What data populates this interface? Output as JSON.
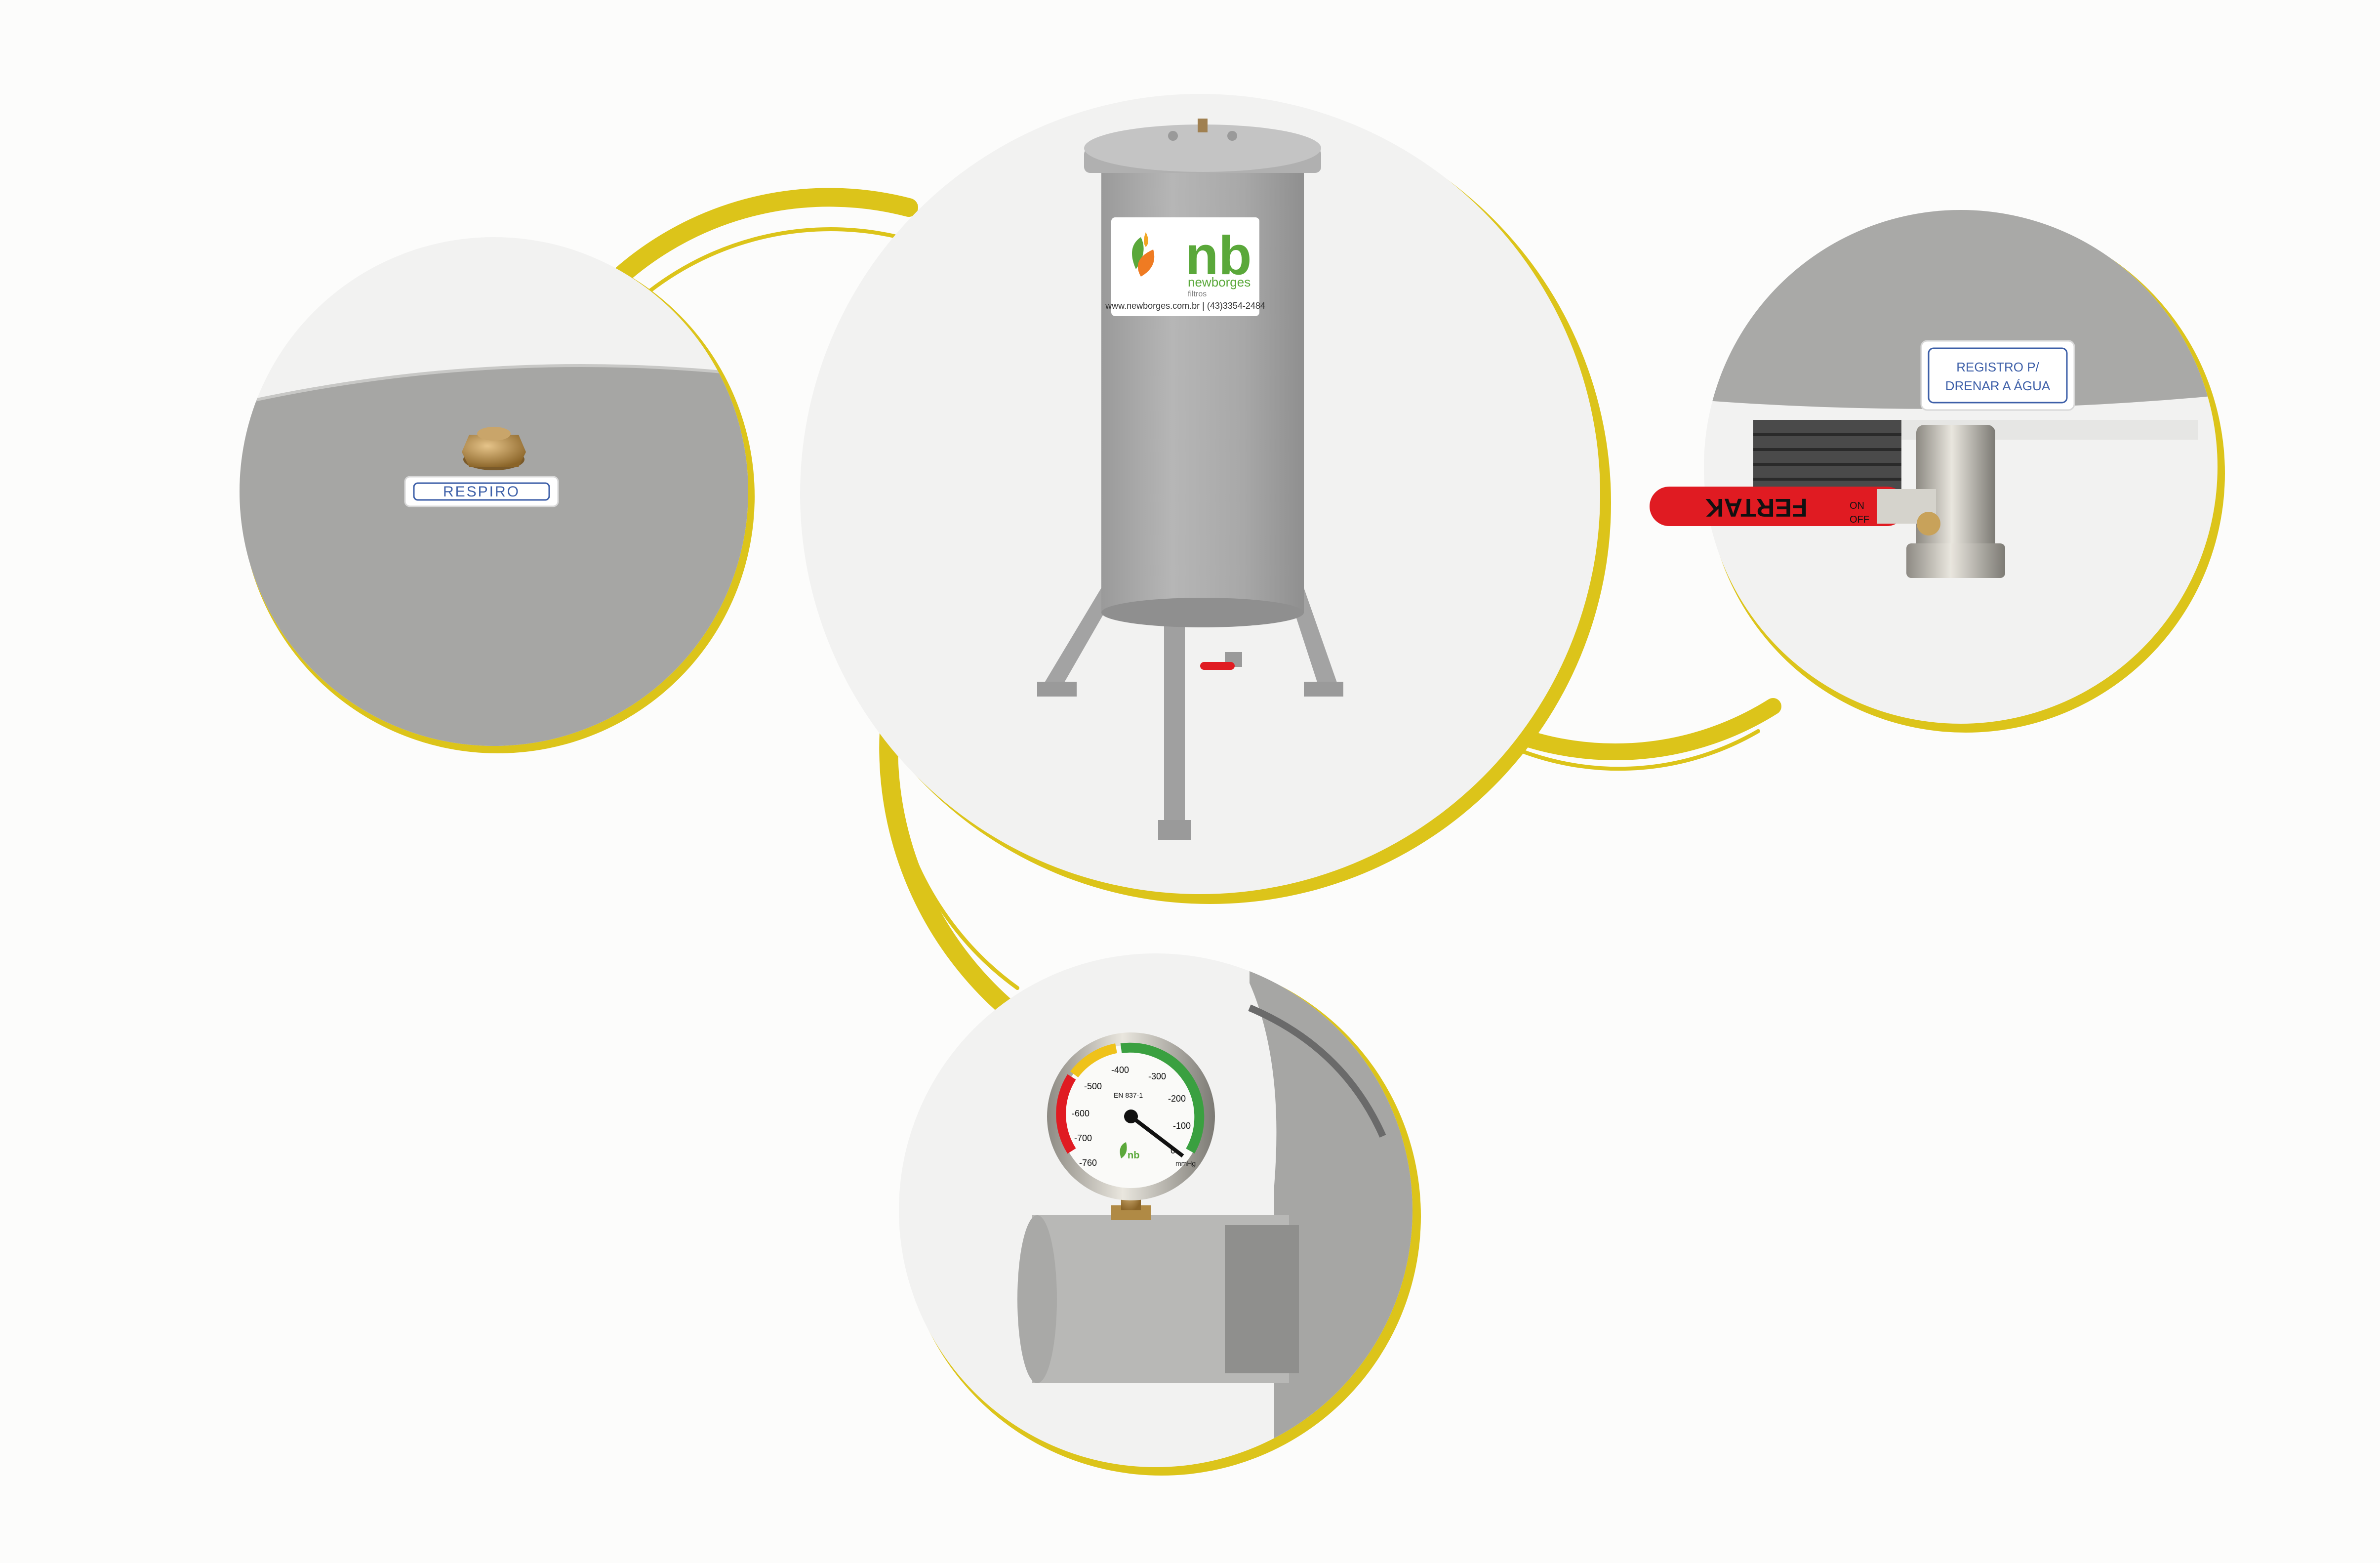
{
  "colors": {
    "background": "#fcfcfb",
    "ring_yellow": "#dcc41a",
    "ring_yellow_light": "#ecd84a",
    "metal_gray": "#a9a9a9",
    "metal_gray_dark": "#8c8c8c",
    "circle_fill": "#f2f2f1",
    "handle_red": "#e01b22",
    "brand_green": "#5aa83a",
    "brand_orange": "#ef7b22",
    "label_blue": "#3d5fa8",
    "brass": "#b08a45"
  },
  "breather_detail": {
    "label": "RESPIRO"
  },
  "main_filter": {
    "logo_text": "nb",
    "brand_name": "newborges",
    "brand_sub": "filtros",
    "contact": "www.newborges.com.br | (43)3354-2484"
  },
  "drain_valve_detail": {
    "label_line1": "REGISTRO P/",
    "label_line2": "DRENAR A ÁGUA",
    "handle_brand": "FERTAK",
    "handle_on": "ON",
    "handle_off": "OFF"
  },
  "gauge_detail": {
    "scale_labels": [
      "-760",
      "-700",
      "-600",
      "-500",
      "-400",
      "-300",
      "-200",
      "-100",
      "0"
    ],
    "unit": "mmHg",
    "logo_text": "nb",
    "standard": "EN 837-1"
  },
  "icons": [
    "breather-plug-icon",
    "ball-valve-icon",
    "pressure-gauge-icon",
    "nb-logo-icon"
  ]
}
